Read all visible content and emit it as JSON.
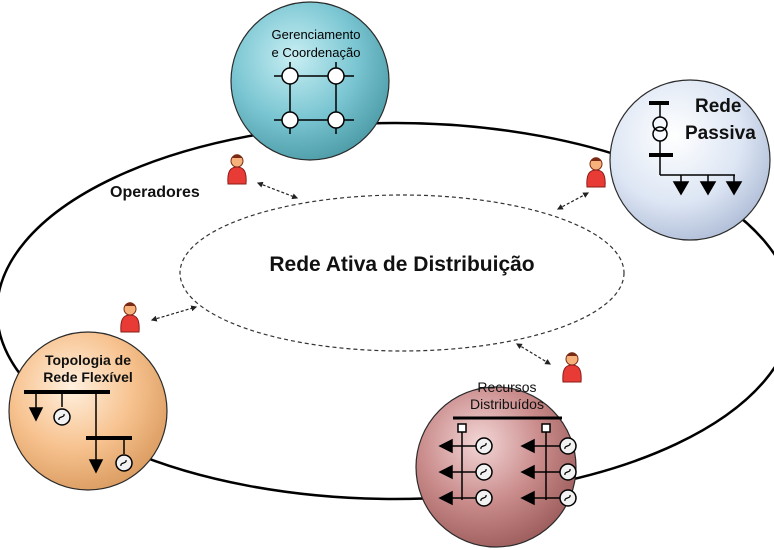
{
  "diagram": {
    "center_label": "Rede Ativa de Distribuição",
    "operators_label": "Operadores",
    "nodes": {
      "management": {
        "line1": "Gerenciamento",
        "line2": "e Coordenação"
      },
      "passive": {
        "line1": "Rede",
        "line2": "Passiva"
      },
      "topology": {
        "line1": "Topologia de",
        "line2": "Rede Flexível"
      },
      "resources": {
        "line1": "Recursos",
        "line2": "Distribuídos"
      }
    },
    "colors": {
      "management": "#7cc7d3",
      "passive": "#dde6f4",
      "topology": "#f7c28f",
      "resources": "#c98a8a",
      "operator": "#e83b36"
    }
  }
}
